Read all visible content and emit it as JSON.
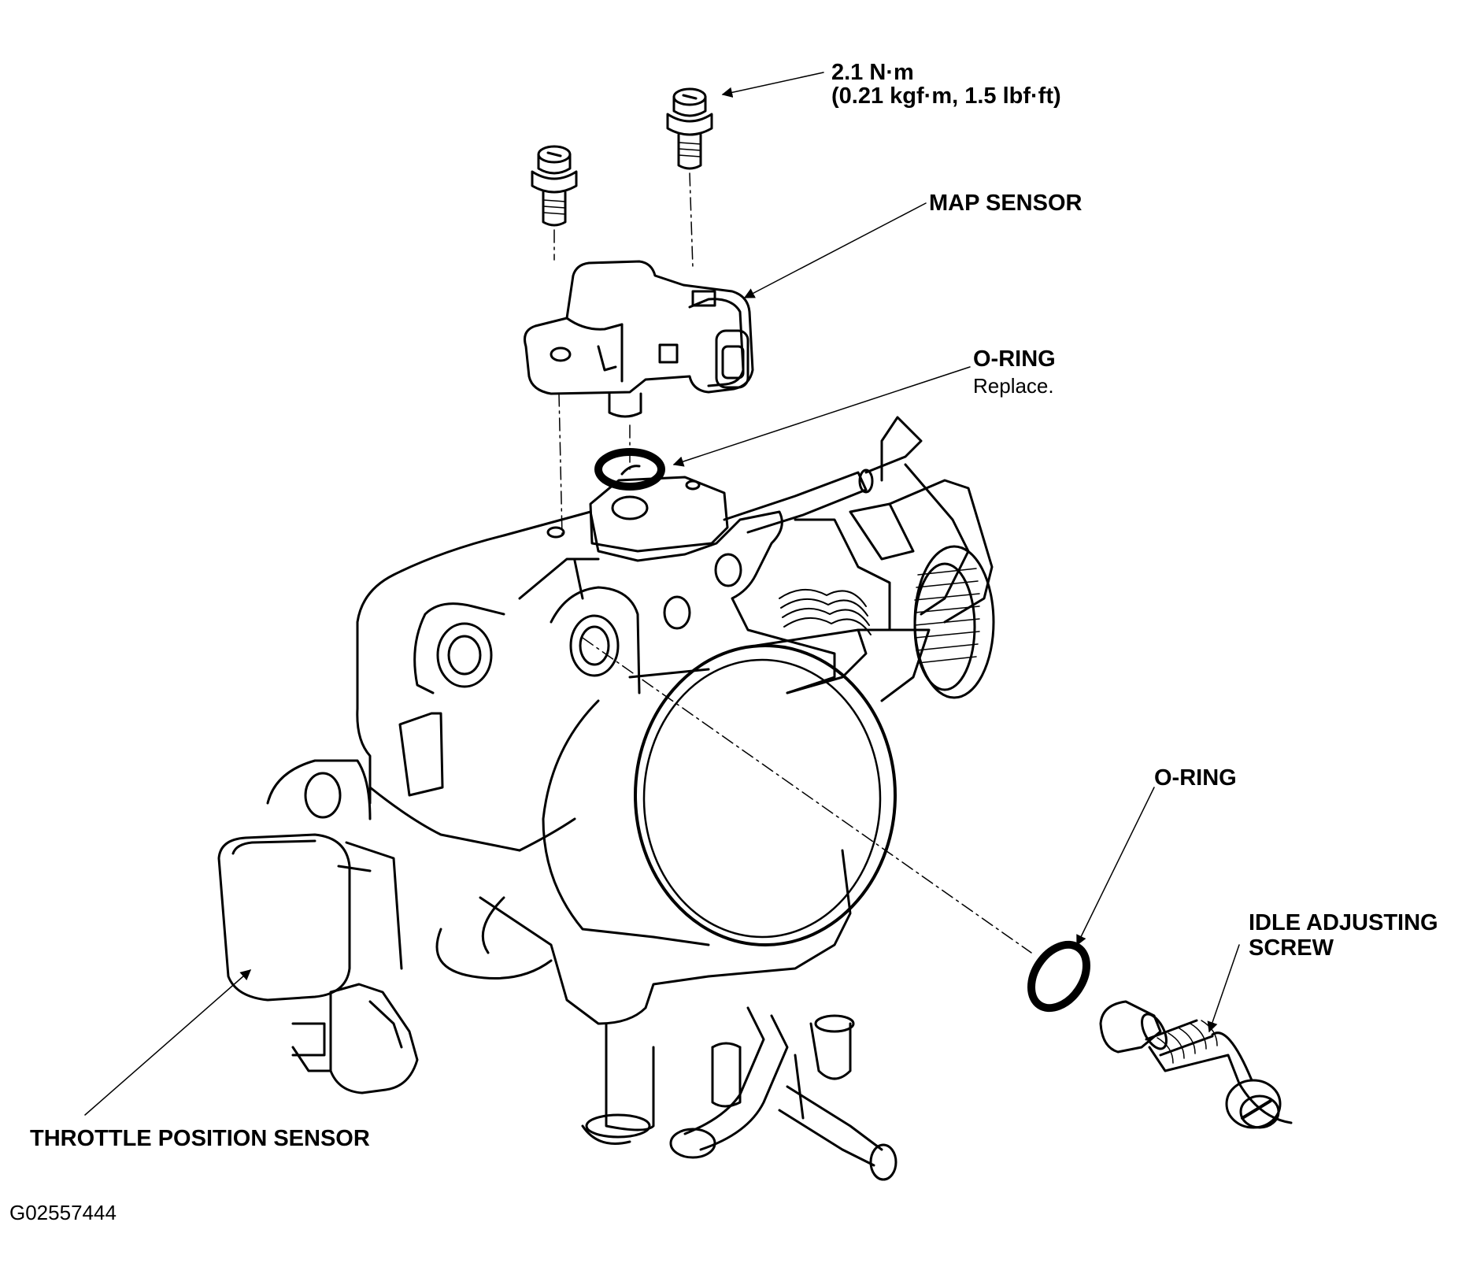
{
  "diagram": {
    "labels": {
      "torque_line1": "2.1 N·m",
      "torque_line2": "(0.21 kgf·m, 1.5 lbf·ft)",
      "map_sensor": "MAP SENSOR",
      "o_ring_top": "O-RING",
      "o_ring_top_note": "Replace.",
      "o_ring_right": "O-RING",
      "idle_screw_line1": "IDLE ADJUSTING",
      "idle_screw_line2": "SCREW",
      "throttle_position_sensor": "THROTTLE POSITION SENSOR",
      "figure_id": "G02557444"
    },
    "colors": {
      "line": "#000000",
      "background": "#ffffff"
    }
  }
}
